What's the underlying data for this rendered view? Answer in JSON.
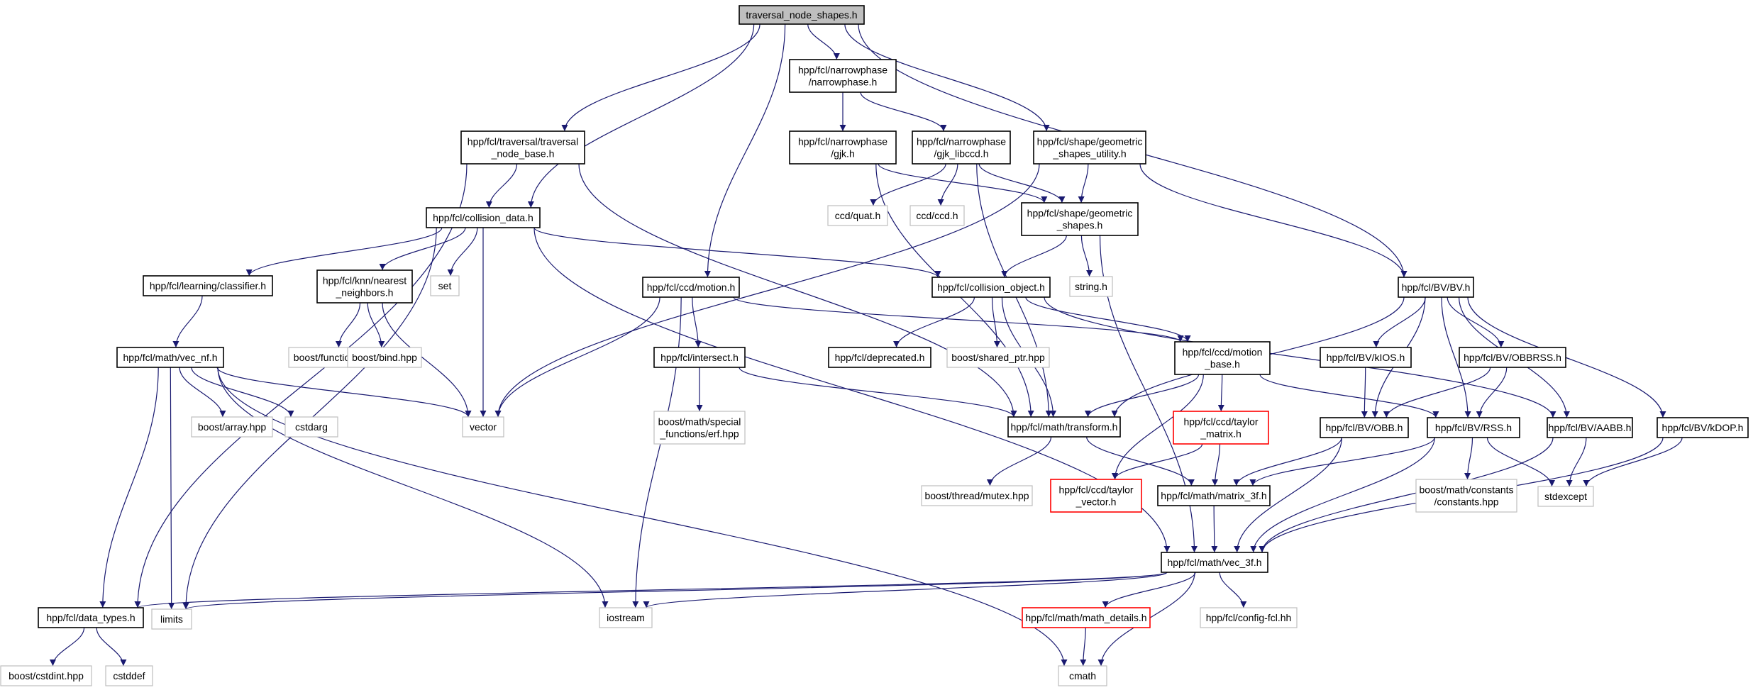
{
  "root": "traversal_node_shapes.h",
  "colors": {
    "edge": "#191970",
    "root_fill": "#bfbfbf",
    "external_border": "#bfbfbf",
    "missing_border": "#ff0000",
    "node_border": "#000000"
  },
  "nodes": {
    "root": {
      "lines": [
        "traversal_node_shapes.h"
      ],
      "kind": "root"
    },
    "narrowphase": {
      "lines": [
        "hpp/fcl/narrowphase",
        "/narrowphase.h"
      ],
      "kind": "header"
    },
    "traversal_node_base": {
      "lines": [
        "hpp/fcl/traversal/traversal",
        "_node_base.h"
      ],
      "kind": "header"
    },
    "gjk": {
      "lines": [
        "hpp/fcl/narrowphase",
        "/gjk.h"
      ],
      "kind": "header"
    },
    "gjk_libccd": {
      "lines": [
        "hpp/fcl/narrowphase",
        "/gjk_libccd.h"
      ],
      "kind": "header"
    },
    "geometric_shapes_utility": {
      "lines": [
        "hpp/fcl/shape/geometric",
        "_shapes_utility.h"
      ],
      "kind": "header"
    },
    "collision_data": {
      "lines": [
        "hpp/fcl/collision_data.h"
      ],
      "kind": "header"
    },
    "ccd_quat": {
      "lines": [
        "ccd/quat.h"
      ],
      "kind": "external"
    },
    "ccd_ccd": {
      "lines": [
        "ccd/ccd.h"
      ],
      "kind": "external"
    },
    "geometric_shapes": {
      "lines": [
        "hpp/fcl/shape/geometric",
        "_shapes.h"
      ],
      "kind": "header"
    },
    "classifier": {
      "lines": [
        "hpp/fcl/learning/classifier.h"
      ],
      "kind": "header"
    },
    "nearest_neighbors": {
      "lines": [
        "hpp/fcl/knn/nearest",
        "_neighbors.h"
      ],
      "kind": "header"
    },
    "set": {
      "lines": [
        "set"
      ],
      "kind": "external"
    },
    "ccd_motion": {
      "lines": [
        "hpp/fcl/ccd/motion.h"
      ],
      "kind": "header"
    },
    "collision_object": {
      "lines": [
        "hpp/fcl/collision_object.h"
      ],
      "kind": "header"
    },
    "string": {
      "lines": [
        "string.h"
      ],
      "kind": "external"
    },
    "bv": {
      "lines": [
        "hpp/fcl/BV/BV.h"
      ],
      "kind": "header"
    },
    "boost_function": {
      "lines": [
        "boost/function.hpp"
      ],
      "kind": "external"
    },
    "boost_bind": {
      "lines": [
        "boost/bind.hpp"
      ],
      "kind": "external"
    },
    "vec_nf": {
      "lines": [
        "hpp/fcl/math/vec_nf.h"
      ],
      "kind": "header"
    },
    "intersect": {
      "lines": [
        "hpp/fcl/intersect.h"
      ],
      "kind": "header"
    },
    "deprecated": {
      "lines": [
        "hpp/fcl/deprecated.h"
      ],
      "kind": "header"
    },
    "shared_ptr": {
      "lines": [
        "boost/shared_ptr.hpp"
      ],
      "kind": "external"
    },
    "motion_base": {
      "lines": [
        "hpp/fcl/ccd/motion",
        "_base.h"
      ],
      "kind": "header"
    },
    "kios": {
      "lines": [
        "hpp/fcl/BV/kIOS.h"
      ],
      "kind": "header"
    },
    "obbrss": {
      "lines": [
        "hpp/fcl/BV/OBBRSS.h"
      ],
      "kind": "header"
    },
    "boost_array": {
      "lines": [
        "boost/array.hpp"
      ],
      "kind": "external"
    },
    "cstdarg": {
      "lines": [
        "cstdarg"
      ],
      "kind": "external"
    },
    "vector": {
      "lines": [
        "vector"
      ],
      "kind": "external"
    },
    "erf": {
      "lines": [
        "boost/math/special",
        "_functions/erf.hpp"
      ],
      "kind": "external"
    },
    "transform": {
      "lines": [
        "hpp/fcl/math/transform.h"
      ],
      "kind": "header"
    },
    "taylor_matrix": {
      "lines": [
        "hpp/fcl/ccd/taylor",
        "_matrix.h"
      ],
      "kind": "missing"
    },
    "obb": {
      "lines": [
        "hpp/fcl/BV/OBB.h"
      ],
      "kind": "header"
    },
    "rss": {
      "lines": [
        "hpp/fcl/BV/RSS.h"
      ],
      "kind": "header"
    },
    "aabb": {
      "lines": [
        "hpp/fcl/BV/AABB.h"
      ],
      "kind": "header"
    },
    "kdop": {
      "lines": [
        "hpp/fcl/BV/kDOP.h"
      ],
      "kind": "header"
    },
    "mutex": {
      "lines": [
        "boost/thread/mutex.hpp"
      ],
      "kind": "external"
    },
    "taylor_vector": {
      "lines": [
        "hpp/fcl/ccd/taylor",
        "_vector.h"
      ],
      "kind": "missing"
    },
    "matrix_3f": {
      "lines": [
        "hpp/fcl/math/matrix_3f.h"
      ],
      "kind": "header"
    },
    "constants": {
      "lines": [
        "boost/math/constants",
        "/constants.hpp"
      ],
      "kind": "external"
    },
    "stdexcept": {
      "lines": [
        "stdexcept"
      ],
      "kind": "external"
    },
    "vec_3f": {
      "lines": [
        "hpp/fcl/math/vec_3f.h"
      ],
      "kind": "header"
    },
    "data_types": {
      "lines": [
        "hpp/fcl/data_types.h"
      ],
      "kind": "header"
    },
    "limits": {
      "lines": [
        "limits"
      ],
      "kind": "external"
    },
    "iostream": {
      "lines": [
        "iostream"
      ],
      "kind": "external"
    },
    "math_details": {
      "lines": [
        "hpp/fcl/math/math_details.h"
      ],
      "kind": "missing"
    },
    "config_fcl": {
      "lines": [
        "hpp/fcl/config-fcl.hh"
      ],
      "kind": "external"
    },
    "boost_cstdint": {
      "lines": [
        "boost/cstdint.hpp"
      ],
      "kind": "external"
    },
    "cstddef": {
      "lines": [
        "cstddef"
      ],
      "kind": "external"
    },
    "cmath": {
      "lines": [
        "cmath"
      ],
      "kind": "external"
    }
  },
  "edges": [
    [
      "root",
      "narrowphase"
    ],
    [
      "root",
      "traversal_node_base"
    ],
    [
      "root",
      "collision_data"
    ],
    [
      "root",
      "ccd_motion"
    ],
    [
      "root",
      "geometric_shapes_utility"
    ],
    [
      "root",
      "bv"
    ],
    [
      "narrowphase",
      "gjk"
    ],
    [
      "narrowphase",
      "gjk_libccd"
    ],
    [
      "traversal_node_base",
      "collision_data"
    ],
    [
      "traversal_node_base",
      "data_types"
    ],
    [
      "traversal_node_base",
      "transform"
    ],
    [
      "gjk",
      "geometric_shapes"
    ],
    [
      "gjk",
      "transform"
    ],
    [
      "gjk_libccd",
      "ccd_quat"
    ],
    [
      "gjk_libccd",
      "ccd_ccd"
    ],
    [
      "gjk_libccd",
      "geometric_shapes"
    ],
    [
      "gjk_libccd",
      "transform"
    ],
    [
      "geometric_shapes_utility",
      "geometric_shapes"
    ],
    [
      "geometric_shapes_utility",
      "bv"
    ],
    [
      "geometric_shapes_utility",
      "vector"
    ],
    [
      "collision_data",
      "classifier"
    ],
    [
      "collision_data",
      "nearest_neighbors"
    ],
    [
      "collision_data",
      "set"
    ],
    [
      "collision_data",
      "vector"
    ],
    [
      "collision_data",
      "collision_object"
    ],
    [
      "collision_data",
      "limits"
    ],
    [
      "collision_data",
      "vec_3f"
    ],
    [
      "geometric_shapes",
      "collision_object"
    ],
    [
      "geometric_shapes",
      "string"
    ],
    [
      "geometric_shapes",
      "vec_3f"
    ],
    [
      "classifier",
      "vec_nf"
    ],
    [
      "nearest_neighbors",
      "boost_function"
    ],
    [
      "nearest_neighbors",
      "boost_bind"
    ],
    [
      "nearest_neighbors",
      "vector"
    ],
    [
      "ccd_motion",
      "intersect"
    ],
    [
      "ccd_motion",
      "motion_base"
    ],
    [
      "ccd_motion",
      "vector"
    ],
    [
      "ccd_motion",
      "iostream"
    ],
    [
      "collision_object",
      "deprecated"
    ],
    [
      "collision_object",
      "shared_ptr"
    ],
    [
      "collision_object",
      "transform"
    ],
    [
      "collision_object",
      "motion_base"
    ],
    [
      "collision_object",
      "aabb"
    ],
    [
      "bv",
      "kios"
    ],
    [
      "bv",
      "obbrss"
    ],
    [
      "bv",
      "obb"
    ],
    [
      "bv",
      "rss"
    ],
    [
      "bv",
      "aabb"
    ],
    [
      "bv",
      "kdop"
    ],
    [
      "bv",
      "transform"
    ],
    [
      "vec_nf",
      "boost_array"
    ],
    [
      "vec_nf",
      "cstdarg"
    ],
    [
      "vec_nf",
      "vector"
    ],
    [
      "vec_nf",
      "data_types"
    ],
    [
      "vec_nf",
      "limits"
    ],
    [
      "vec_nf",
      "iostream"
    ],
    [
      "vec_nf",
      "cmath"
    ],
    [
      "intersect",
      "erf"
    ],
    [
      "intersect",
      "transform"
    ],
    [
      "motion_base",
      "taylor_matrix"
    ],
    [
      "motion_base",
      "transform"
    ],
    [
      "motion_base",
      "rss"
    ],
    [
      "motion_base",
      "taylor_vector"
    ],
    [
      "kios",
      "obb"
    ],
    [
      "obbrss",
      "obb"
    ],
    [
      "obbrss",
      "rss"
    ],
    [
      "transform",
      "mutex"
    ],
    [
      "transform",
      "matrix_3f"
    ],
    [
      "taylor_matrix",
      "taylor_vector"
    ],
    [
      "taylor_matrix",
      "matrix_3f"
    ],
    [
      "obb",
      "matrix_3f"
    ],
    [
      "obb",
      "vec_3f"
    ],
    [
      "rss",
      "constants"
    ],
    [
      "rss",
      "stdexcept"
    ],
    [
      "rss",
      "matrix_3f"
    ],
    [
      "rss",
      "vec_3f"
    ],
    [
      "aabb",
      "stdexcept"
    ],
    [
      "aabb",
      "vec_3f"
    ],
    [
      "kdop",
      "stdexcept"
    ],
    [
      "kdop",
      "vec_3f"
    ],
    [
      "matrix_3f",
      "vec_3f"
    ],
    [
      "vec_3f",
      "data_types"
    ],
    [
      "vec_3f",
      "limits"
    ],
    [
      "vec_3f",
      "iostream"
    ],
    [
      "vec_3f",
      "math_details"
    ],
    [
      "vec_3f",
      "config_fcl"
    ],
    [
      "vec_3f",
      "cmath"
    ],
    [
      "data_types",
      "boost_cstdint"
    ],
    [
      "data_types",
      "cstddef"
    ],
    [
      "math_details",
      "cmath"
    ]
  ]
}
